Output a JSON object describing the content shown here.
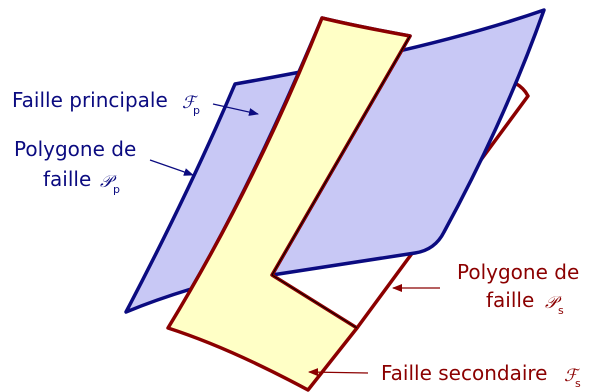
{
  "colors": {
    "main_fault_fill": "#c8c8f5",
    "main_fault_stroke": "#0b0b80",
    "secondary_fault_fill": "#ffffc6",
    "secondary_fault_stroke": "#8b0000",
    "blue_text": "#0b0b80",
    "red_text": "#8b0000"
  },
  "labels": {
    "main_fault": {
      "text": "Faille principale",
      "symbol": "ℱ",
      "subscript": "p"
    },
    "main_polygon": {
      "line1": "Polygone de",
      "line2": "faille",
      "symbol": "𝒫",
      "subscript": "p"
    },
    "secondary_polygon": {
      "line1": "Polygone de",
      "line2": "faille",
      "symbol": "𝒫",
      "subscript": "s"
    },
    "secondary_fault": {
      "text": "Faille secondaire",
      "symbol": "ℱ",
      "subscript": "s"
    }
  }
}
